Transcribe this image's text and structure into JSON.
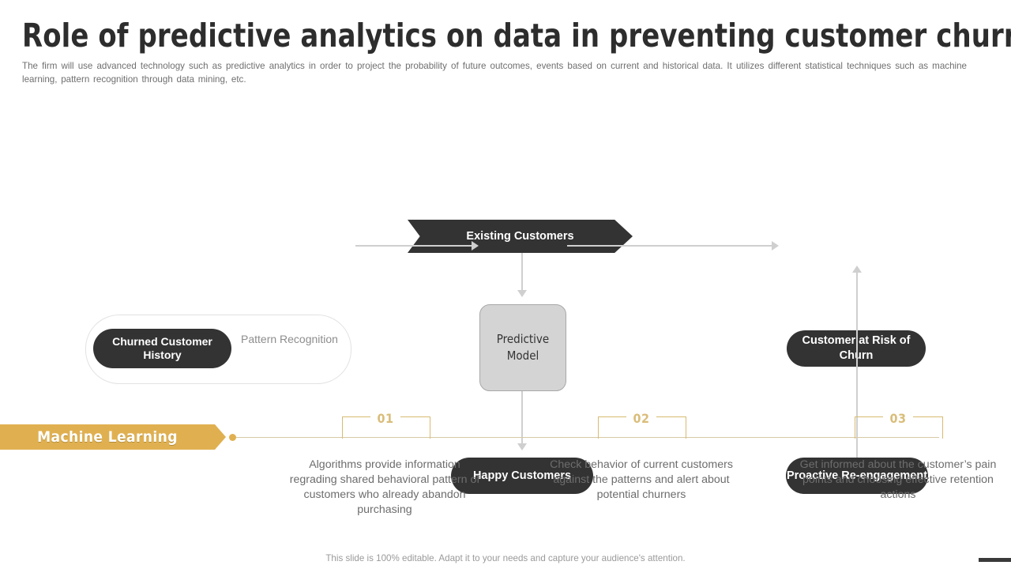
{
  "header": {
    "title": "Role of predictive analytics on data in preventing customer churn",
    "subtitle": "The firm will use advanced technology such as predictive analytics in order to project the probability of future outcomes, events based on current and historical data. It utilizes different statistical techniques such as machine learning, pattern recognition through data mining, etc."
  },
  "flow": {
    "banner": "Existing Customers",
    "churn_history": "Churned Customer History",
    "pattern_recognition": "Pattern Recognition",
    "predictive_model": "Predictive Model",
    "customer_at_risk": "Customer at Risk of Churn",
    "happy_customers": "Happy Customers",
    "proactive": "Proactive Re-engagement"
  },
  "timeline": {
    "band_label": "Machine Learning",
    "steps": [
      {
        "number": "01",
        "text": "Algorithms provide information regrading shared behavioral pattern of customers who already abandon purchasing"
      },
      {
        "number": "02",
        "text": "Check behavior of current customers against the patterns and alert about potential churners"
      },
      {
        "number": "03",
        "text": "Get informed about the customer’s pain points and choosing effective retention actions"
      }
    ]
  },
  "footer": {
    "note": "This slide is 100% editable. Adapt it to your needs and capture your audience's attention."
  },
  "colors": {
    "dark": "#333333",
    "gold": "#e0b050",
    "gold_light": "#d9bd7a",
    "arrow_gray": "#cfcfcf",
    "model_fill": "#d4d4d4"
  }
}
